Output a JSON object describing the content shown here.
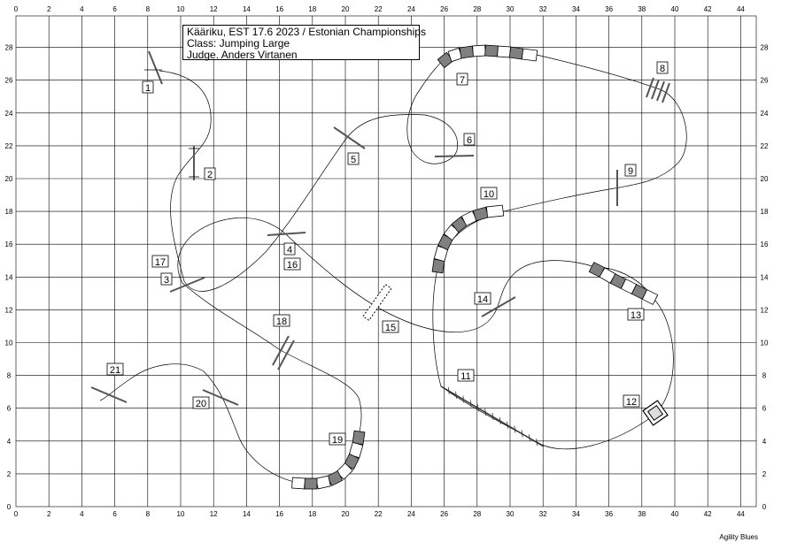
{
  "header": {
    "line1": "Kääriku, EST 17.6 2023 / Estonian Championships",
    "line2": "Class: Jumping Large",
    "line3": "Judge. Anders Virtanen"
  },
  "footer": {
    "brand": "Agility Blues"
  },
  "grid": {
    "x_labels": [
      "0",
      "2",
      "4",
      "6",
      "8",
      "10",
      "12",
      "14",
      "16",
      "18",
      "20",
      "22",
      "24",
      "26",
      "28",
      "30",
      "32",
      "34",
      "36",
      "38",
      "40",
      "42",
      "44"
    ],
    "y_labels": [
      "0",
      "2",
      "4",
      "6",
      "8",
      "10",
      "12",
      "14",
      "16",
      "18",
      "20",
      "22",
      "24",
      "26",
      "28"
    ]
  },
  "obstacles": [
    {
      "num": "1",
      "type": "jump"
    },
    {
      "num": "2",
      "type": "jump"
    },
    {
      "num": "3",
      "type": "jump"
    },
    {
      "num": "4",
      "type": "jump"
    },
    {
      "num": "5",
      "type": "jump"
    },
    {
      "num": "6",
      "type": "jump"
    },
    {
      "num": "7",
      "type": "tunnel"
    },
    {
      "num": "8",
      "type": "long-jump"
    },
    {
      "num": "9",
      "type": "jump"
    },
    {
      "num": "10",
      "type": "tunnel"
    },
    {
      "num": "11",
      "type": "dogwalk"
    },
    {
      "num": "12",
      "type": "tyre"
    },
    {
      "num": "13",
      "type": "tunnel"
    },
    {
      "num": "14",
      "type": "jump"
    },
    {
      "num": "15",
      "type": "wall"
    },
    {
      "num": "16",
      "type": "jump"
    },
    {
      "num": "17",
      "type": "jump"
    },
    {
      "num": "18",
      "type": "double-jump"
    },
    {
      "num": "19",
      "type": "tunnel"
    },
    {
      "num": "20",
      "type": "jump"
    },
    {
      "num": "21",
      "type": "jump"
    }
  ],
  "colors": {
    "grid": "#000000",
    "tunnel_dark": "#808080",
    "tunnel_light": "#ffffff",
    "path": "#000000"
  }
}
